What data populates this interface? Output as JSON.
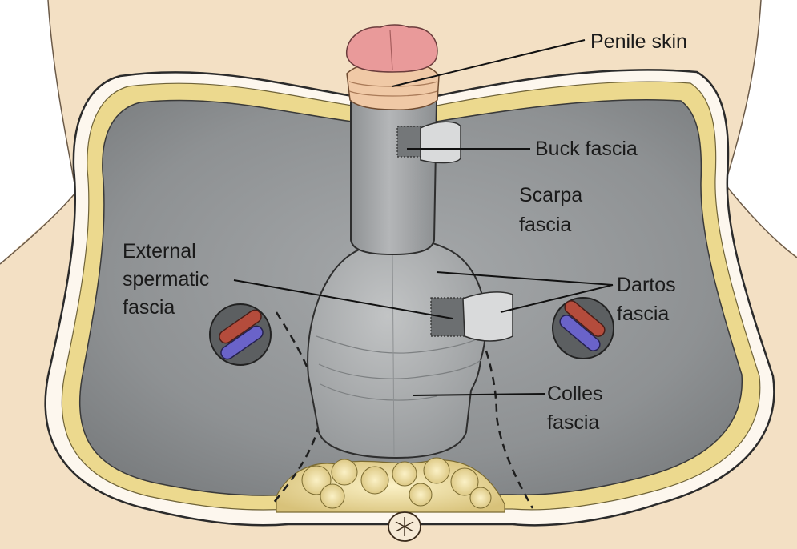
{
  "labels": {
    "penile_skin": "Penile skin",
    "buck_fascia": "Buck fascia",
    "scarpa_1": "Scarpa",
    "scarpa_2": "fascia",
    "external_1": "External",
    "external_2": "spermatic",
    "external_3": "fascia",
    "dartos_1": "Dartos",
    "dartos_2": "fascia",
    "colles_1": "Colles",
    "colles_2": "fascia"
  },
  "colors": {
    "skin": "#f3e0c4",
    "fat_yellow": "#ecd98e",
    "fascia_gray": "#8f9294",
    "scrotum_gray": "#a9acae",
    "penile_glans": "#e99a9a",
    "artery_red": "#b44c3c",
    "vein_blue": "#6a63c9"
  }
}
